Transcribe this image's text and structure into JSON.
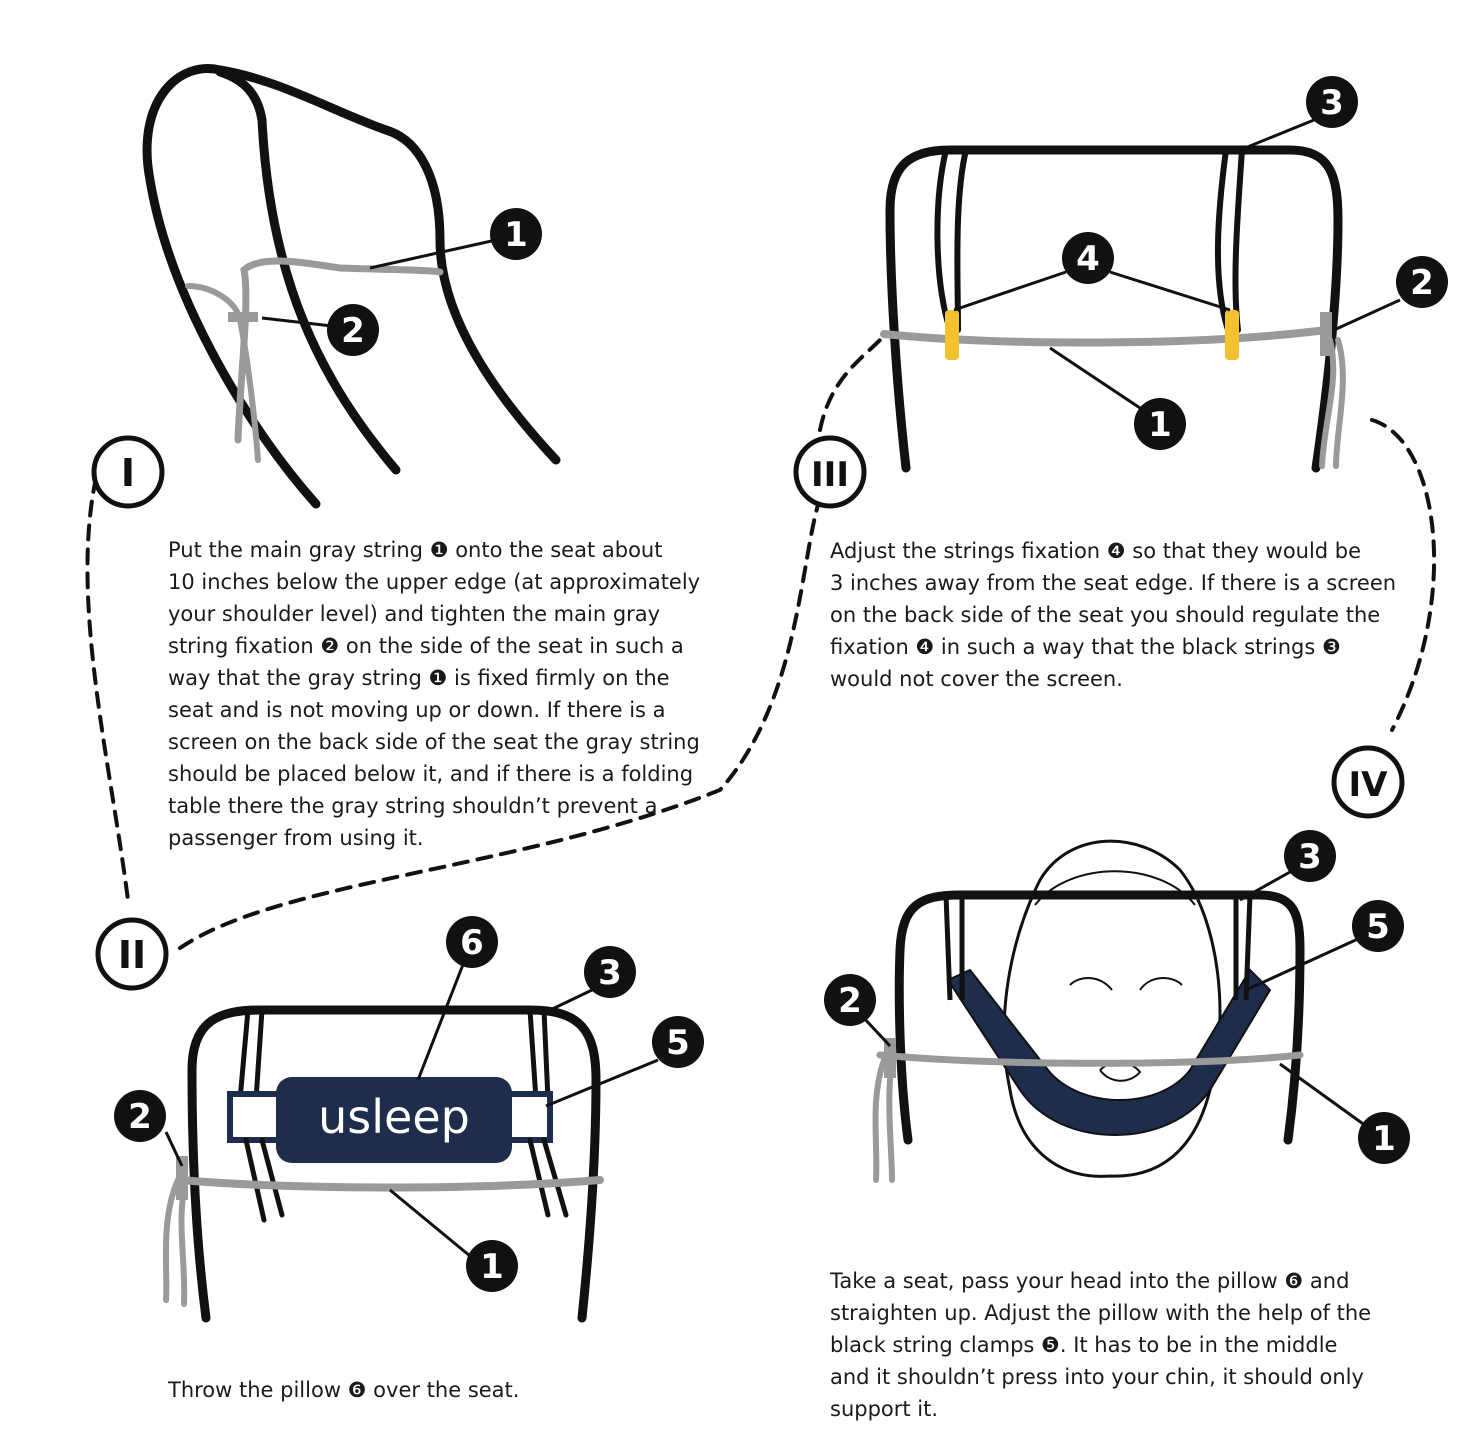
{
  "steps": [
    {
      "roman": "I",
      "lines": [
        "Put the main gray string ❶ onto the seat about",
        "10 inches below the upper edge (at approximately",
        "your shoulder level) and tighten the main gray",
        "string fixation ❷ on the side of the seat in such a",
        "way that the gray string ❶ is fixed firmly on the",
        "seat and is not moving up or down. If there is a",
        "screen on the back side of the seat the gray string",
        "should be placed below it, and if there is a folding",
        "table there the gray string shouldn’t prevent a",
        "passenger from using it."
      ]
    },
    {
      "roman": "II",
      "lines": [
        "Throw the pillow ❻ over the seat."
      ]
    },
    {
      "roman": "III",
      "lines": [
        "Adjust the strings fixation ❹ so that they would be",
        "3 inches away from the seat edge. If there is a screen",
        "on the back side of the seat you should regulate the",
        "fixation ❹ in such a way that the black strings ❸",
        "would not cover the screen."
      ]
    },
    {
      "roman": "IV",
      "lines": [
        "Take a seat, pass your head into the pillow ❻ and",
        "straighten up. Adjust the pillow with the help of the",
        "black string clamps ❺. It has to be in the middle",
        "and it shouldn’t press into your chin, it should only",
        "support it."
      ]
    }
  ],
  "callouts": {
    "p1": [
      "1",
      "2"
    ],
    "p2": [
      "6",
      "3",
      "5",
      "2",
      "1"
    ],
    "p3": [
      "3",
      "4",
      "2",
      "1"
    ],
    "p4": [
      "3",
      "5",
      "2",
      "1"
    ]
  },
  "brand": {
    "logo_text": "usleep",
    "pillow_color": "#1f2d4d"
  },
  "colors": {
    "gray_string": "#9a9a9a",
    "clip": "#f2c230",
    "ink": "#111111"
  }
}
